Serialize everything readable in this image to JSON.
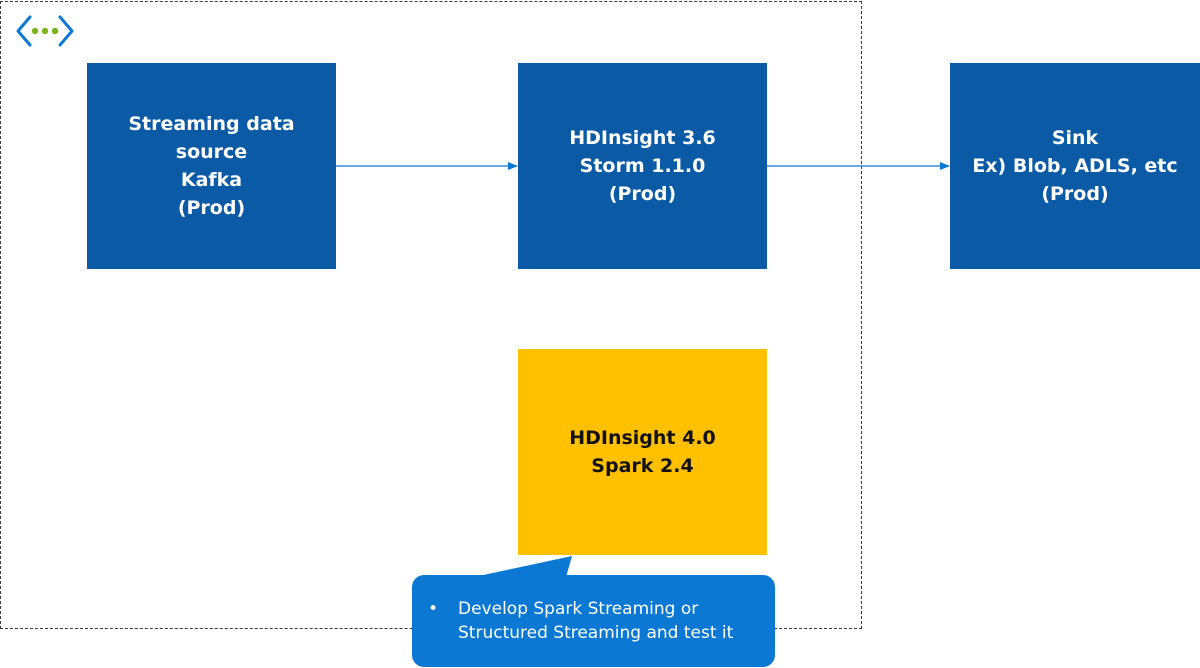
{
  "network_icon": {
    "name": "virtual-network-icon",
    "bracket_color": "#0b78d4",
    "dot_color": "#7ab51d"
  },
  "colors": {
    "primary_box": "#0b5aa5",
    "highlight_box": "#ffc000",
    "callout": "#0b78d4",
    "arrow": "#0b78d4",
    "border": "#3a3a3a"
  },
  "boxes": {
    "source": {
      "lines": [
        "Streaming data",
        "source",
        "Kafka",
        "(Prod)"
      ]
    },
    "storm": {
      "lines": [
        "HDInsight 3.6",
        "Storm 1.1.0",
        "(Prod)"
      ]
    },
    "sink": {
      "lines": [
        "Sink",
        "Ex) Blob, ADLS, etc",
        "(Prod)"
      ]
    },
    "spark": {
      "lines": [
        "HDInsight 4.0",
        "Spark 2.4"
      ]
    }
  },
  "callout": {
    "bullet": "•",
    "lines": [
      "Develop Spark Streaming or",
      "Structured Streaming and test it"
    ]
  }
}
